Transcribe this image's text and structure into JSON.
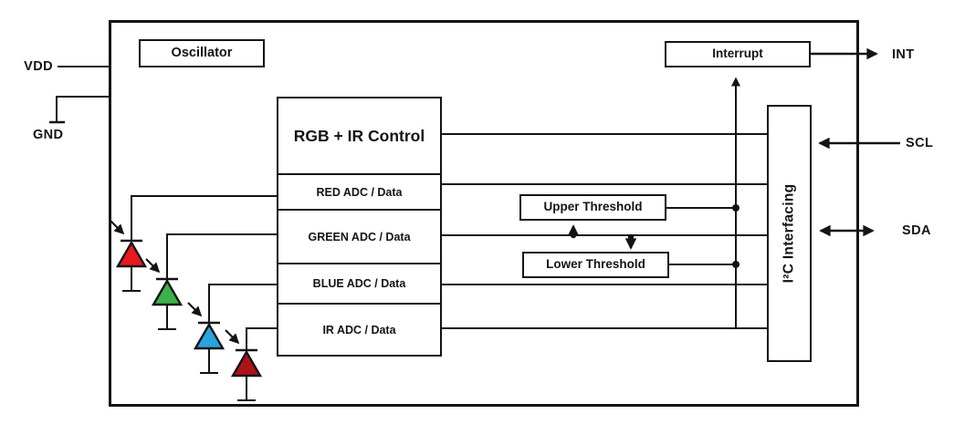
{
  "pins": {
    "vdd": "VDD",
    "gnd": "GND",
    "int": "INT",
    "scl": "SCL",
    "sda": "SDA"
  },
  "blocks": {
    "oscillator": "Oscillator",
    "control": "RGB + IR Control",
    "adc_rows": [
      "RED ADC / Data",
      "GREEN ADC / Data",
      "BLUE ADC / Data",
      "IR ADC / Data"
    ],
    "upper_threshold": "Upper Threshold",
    "lower_threshold": "Lower Threshold",
    "interrupt": "Interrupt",
    "i2c": "I²C Interfacing"
  },
  "photodiodes": [
    {
      "name": "red-photodiode",
      "color": "#e8191f"
    },
    {
      "name": "green-photodiode",
      "color": "#3db14a"
    },
    {
      "name": "blue-photodiode",
      "color": "#2aa3e0"
    },
    {
      "name": "ir-photodiode",
      "color": "#ad1318"
    }
  ],
  "colors": {
    "line": "#141414",
    "background": "#ffffff"
  }
}
